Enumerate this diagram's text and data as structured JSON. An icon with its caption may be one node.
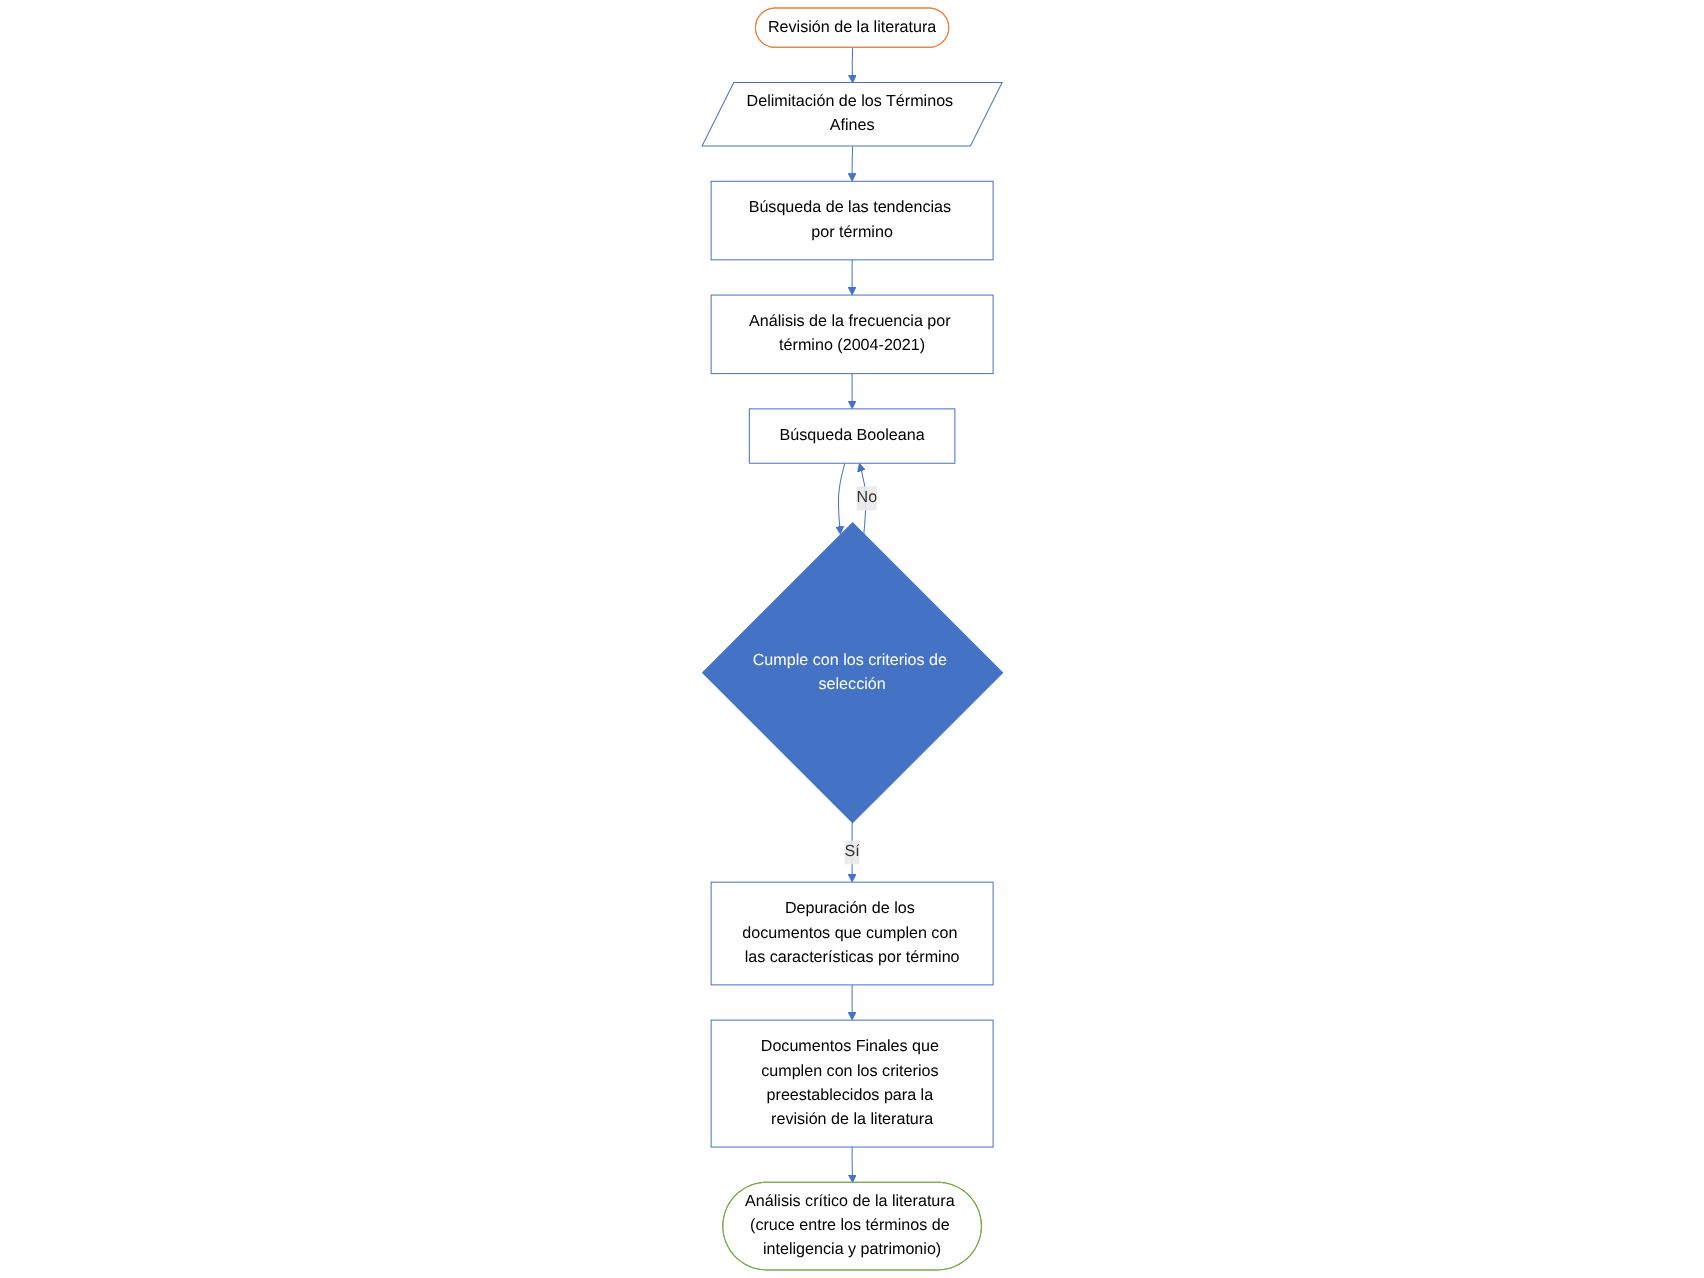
{
  "diagram": {
    "nodes": [
      {
        "text": [
          "Revisión de la literatura"
        ]
      },
      {
        "text": [
          "Delimitación de los Términos Afines"
        ]
      },
      {
        "text": [
          "Búsqueda de las tendencias por término"
        ]
      },
      {
        "text": [
          "Análisis de la frecuencia por término (2004-2021)"
        ]
      },
      {
        "text": [
          "Búsqueda Booleana"
        ]
      },
      {
        "text": [
          "Cumple con los criterios de selección"
        ]
      },
      {
        "text": [
          "Depuración de los documentos que cumplen con las características por término"
        ]
      },
      {
        "text": [
          "Documentos Finales que cumplen con los criterios preestablecidos para la revisión de la literatura"
        ]
      },
      {
        "text": [
          "Análisis crítico de la literatura (cruce entre los términos de inteligencia y patrimonio)"
        ]
      }
    ],
    "edges": [
      {
        "from": 0,
        "to": 1,
        "arrow": "to"
      },
      {
        "from": 1,
        "to": 2,
        "arrow": "to"
      },
      {
        "from": 2,
        "to": 3,
        "arrow": "to"
      },
      {
        "from": 3,
        "to": 4,
        "arrow": "to"
      },
      {
        "from": 4,
        "to": 5,
        "arrow": "to"
      },
      {
        "from": 5,
        "to": 4,
        "arrow": "to",
        "label": "No"
      },
      {
        "from": 5,
        "to": 6,
        "arrow": "to",
        "label": "Sí"
      },
      {
        "from": 6,
        "to": 7,
        "arrow": "to"
      },
      {
        "from": 7,
        "to": 8,
        "arrow": "to"
      }
    ]
  }
}
